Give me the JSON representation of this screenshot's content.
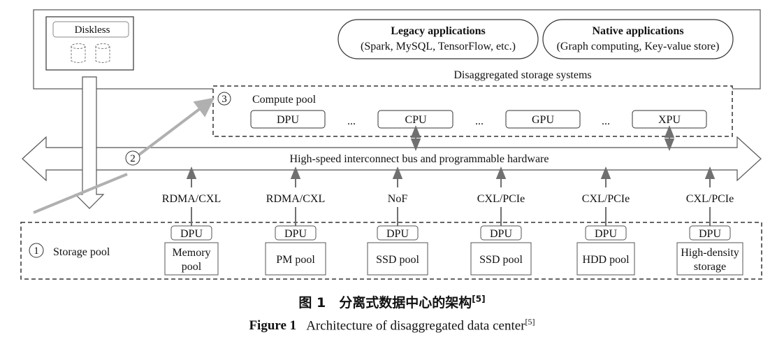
{
  "diagnostic": {
    "diskless": "Diskless",
    "legacy_title": "Legacy applications",
    "legacy_sub": "(Spark, MySQL, TensorFlow, etc.)",
    "native_title": "Native applications",
    "native_sub": "(Graph computing, Key-value store)",
    "storage_systems": "Disaggregated storage systems"
  },
  "compute": {
    "num": "3",
    "label": "Compute pool",
    "units": [
      "DPU",
      "CPU",
      "GPU",
      "XPU"
    ],
    "ellipsis": "..."
  },
  "bus": {
    "num": "2",
    "label": "High-speed interconnect bus and programmable hardware"
  },
  "links": [
    "RDMA/CXL",
    "RDMA/CXL",
    "NoF",
    "CXL/PCIe",
    "CXL/PCIe",
    "CXL/PCIe"
  ],
  "storage": {
    "num": "1",
    "label": "Storage pool",
    "dpu": "DPU",
    "pools": [
      [
        "Memory",
        "pool"
      ],
      [
        "PM pool"
      ],
      [
        "SSD pool"
      ],
      [
        "SSD pool"
      ],
      [
        "HDD pool"
      ],
      [
        "High-density",
        "storage"
      ]
    ]
  },
  "caption": {
    "zh": "图 1　分离式数据中心的架构",
    "zh_ref": "[5]",
    "en_fig": "Figure 1",
    "en": "Architecture of disaggregated data center",
    "en_ref": "[5]"
  }
}
